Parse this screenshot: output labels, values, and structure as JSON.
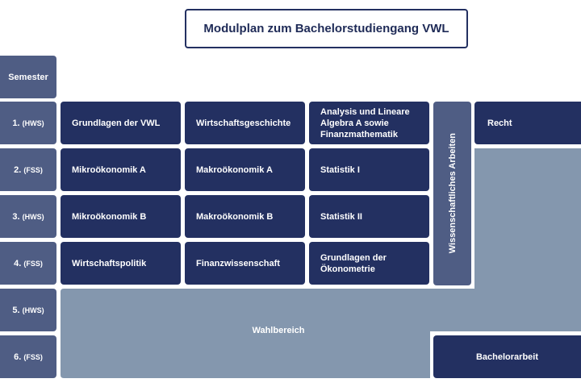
{
  "title": "Modulplan zum Bachelorstudiengang VWL",
  "semester_header": "Semester",
  "semesters": [
    {
      "num": "1.",
      "term": "(HWS)"
    },
    {
      "num": "2.",
      "term": "(FSS)"
    },
    {
      "num": "3.",
      "term": "(HWS)"
    },
    {
      "num": "4.",
      "term": "(FSS)"
    },
    {
      "num": "5.",
      "term": "(HWS)"
    },
    {
      "num": "6.",
      "term": "(FSS)"
    }
  ],
  "modules": {
    "grundlagen_vwl": "Grundlagen der VWL",
    "wirtschaftsgeschichte": "Wirtschaftsgeschichte",
    "analysis": "Analysis und Lineare Algebra A sowie Finanzmathematik",
    "mikro_a": "Mikroökonomik A",
    "makro_a": "Makroökonomik A",
    "statistik_1": "Statistik I",
    "mikro_b": "Mikroökonomik B",
    "makro_b": "Makroökonomik B",
    "statistik_2": "Statistik II",
    "wirtschaftspolitik": "Wirtschaftspolitik",
    "finanzwissenschaft": "Finanzwissenschaft",
    "oekonometrie": "Grundlagen der Ökonometrie",
    "recht": "Recht",
    "wissenschaftliches_arbeiten": "Wissenschaftliches Arbeiten",
    "wahlbereich": "Wahlbereich",
    "bachelorarbeit": "Bachelorarbeit"
  },
  "colors": {
    "dark_navy": "#233061",
    "medium_slate": "#4f5d84",
    "light_slate": "#8497ae"
  }
}
